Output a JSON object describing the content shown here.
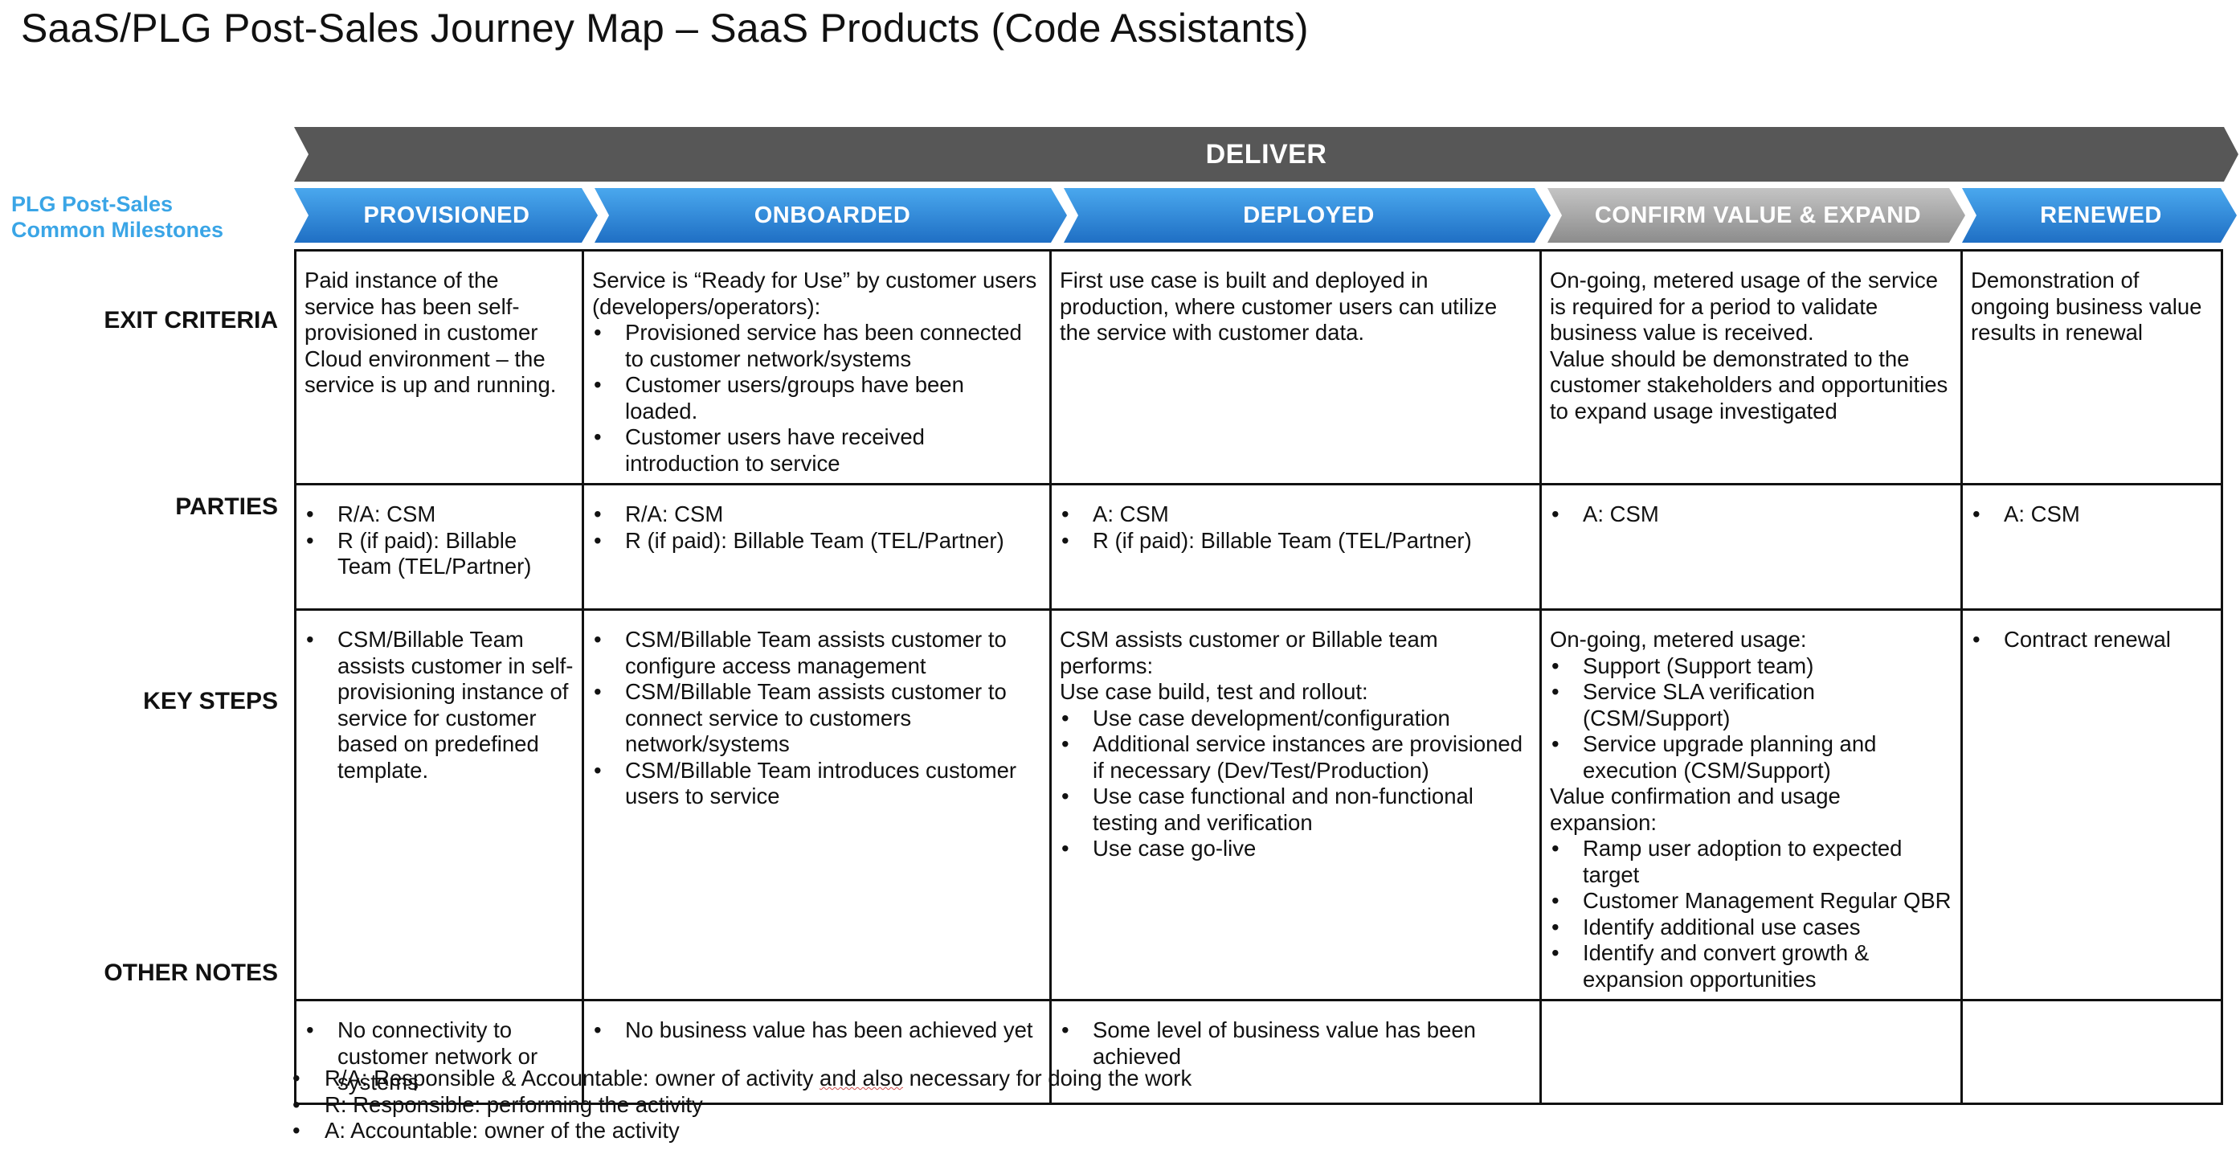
{
  "title": "SaaS/PLG Post-Sales Journey Map – SaaS Products (Code Assistants)",
  "milestones_label": [
    "PLG Post-Sales",
    "Common Milestones"
  ],
  "deliver_label": "DELIVER",
  "phases": [
    {
      "label": "PROVISIONED",
      "color": "#2f86d6"
    },
    {
      "label": "ONBOARDED",
      "color": "#2f86d6"
    },
    {
      "label": "DEPLOYED",
      "color": "#2f86d6"
    },
    {
      "label": "CONFIRM VALUE & EXPAND",
      "color": "#a6a6a6"
    },
    {
      "label": "RENEWED",
      "color": "#2f86d6"
    }
  ],
  "row_labels": {
    "exit_criteria": "EXIT CRITERIA",
    "parties": "PARTIES",
    "key_steps": "KEY STEPS",
    "other_notes": "OTHER NOTES"
  },
  "exit_criteria": {
    "provisioned": "Paid instance of the service has been self-provisioned in customer Cloud environment – the service is up and running.",
    "onboarded_intro": "Service is “Ready for Use” by customer users (developers/operators):",
    "onboarded_bullets": [
      "Provisioned service has been connected to customer network/systems",
      "Customer users/groups have been loaded.",
      "Customer users have received introduction to service"
    ],
    "deployed": "First use case is built and deployed in production, where customer users can utilize the service with customer data.",
    "confirm_1": "On-going, metered usage of the service is required for a period to validate business value is received.",
    "confirm_2": "Value should be demonstrated to the customer stakeholders and opportunities to expand usage investigated",
    "renewed": "Demonstration of ongoing business value results in renewal"
  },
  "parties": {
    "provisioned": [
      "R/A: CSM",
      "R (if paid): Billable Team (TEL/Partner)"
    ],
    "onboarded": [
      "R/A: CSM",
      "R (if paid): Billable Team (TEL/Partner)"
    ],
    "deployed": [
      "A: CSM",
      "R (if paid): Billable Team (TEL/Partner)"
    ],
    "confirm": [
      "A: CSM"
    ],
    "renewed": [
      "A: CSM"
    ]
  },
  "key_steps": {
    "provisioned": [
      "CSM/Billable Team assists customer in self-provisioning instance of service for customer based on predefined template."
    ],
    "onboarded": [
      "CSM/Billable Team assists customer to configure access management",
      "CSM/Billable Team assists customer to connect service to customers network/systems",
      "CSM/Billable Team introduces customer users to service"
    ],
    "deployed_intro": "CSM assists customer or Billable team performs:",
    "deployed_intro2": "Use case build, test and rollout:",
    "deployed_bullets": [
      "Use case development/configuration",
      "Additional service instances are provisioned if necessary (Dev/Test/Production)",
      "Use case functional and non-functional testing and verification",
      "Use case go-live"
    ],
    "confirm_intro": "On-going, metered usage:",
    "confirm_bullets_1": [
      "Support (Support team)",
      "Service SLA verification (CSM/Support)",
      "Service upgrade planning and execution (CSM/Support)"
    ],
    "confirm_intro2": "Value confirmation and usage expansion:",
    "confirm_bullets_2": [
      "Ramp user adoption to expected target",
      "Customer Management Regular QBR",
      "Identify additional use cases",
      "Identify and convert growth & expansion opportunities"
    ],
    "renewed": [
      "Contract renewal"
    ]
  },
  "other_notes": {
    "provisioned": [
      "No connectivity to customer network or systems"
    ],
    "onboarded": [
      "No business value has been achieved yet"
    ],
    "deployed": [
      "Some level of business value has been achieved"
    ]
  },
  "footnotes": [
    {
      "pre": "R/A: Responsible & Accountable: owner of activity ",
      "squiggle": "and also",
      "post": " necessary for doing the work"
    },
    {
      "pre": "R: Responsible: performing the activity",
      "squiggle": "",
      "post": ""
    },
    {
      "pre": "A: Accountable: owner of the activity",
      "squiggle": "",
      "post": ""
    }
  ],
  "colors": {
    "deliver_bar": "#575757",
    "phase_blue_top": "#4aa8ee",
    "phase_blue_bottom": "#1f6fc4",
    "phase_gray_top": "#c4c4c4",
    "phase_gray_bottom": "#8c8c8c",
    "milestone_label": "#3aa5e6"
  }
}
